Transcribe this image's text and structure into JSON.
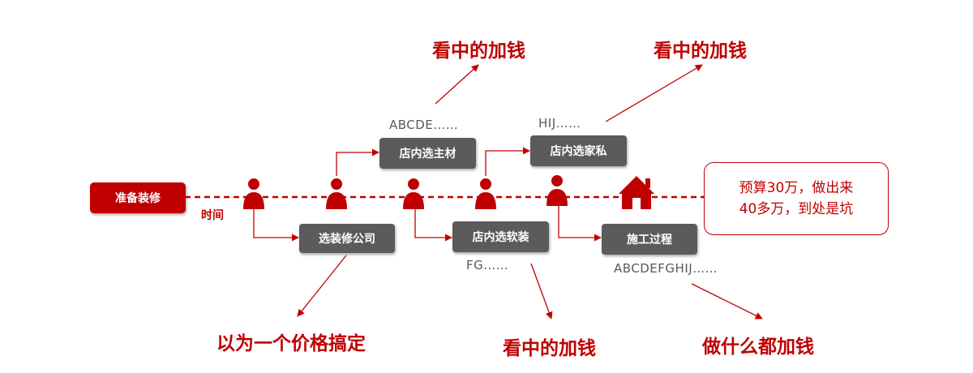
{
  "colors": {
    "accent": "#c00000",
    "box": "#5b5b5b",
    "note": "#595959"
  },
  "start": {
    "label": "准备装修"
  },
  "time_label": "时间",
  "boxes": {
    "choose_company": "选装修公司",
    "main_material": "店内选主材",
    "soft_furnishing": "店内选软装",
    "furniture": "店内选家私",
    "construction": "施工过程"
  },
  "notes": {
    "main_material": "ABCDE……",
    "furniture": "HIJ……",
    "soft_furnishing": "FG……",
    "construction": "ABCDEFGHIJ……"
  },
  "outcomes": {
    "main_material": "看中的加钱",
    "furniture": "看中的加钱",
    "company": "以为一个价格搞定",
    "soft_furnishing": "看中的加钱",
    "construction": "做什么都加钱"
  },
  "callout": {
    "line1": "预算30万，做出来",
    "line2": "40多万，到处是坑"
  },
  "icons": [
    "person-icon",
    "person-icon",
    "person-icon",
    "person-icon",
    "person-icon",
    "house-icon"
  ]
}
